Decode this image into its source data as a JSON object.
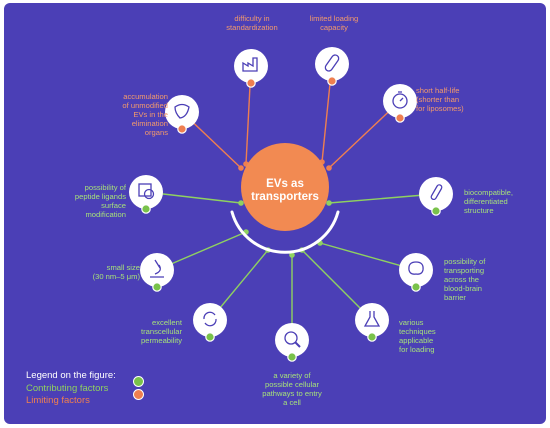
{
  "hub": {
    "line1": "EVs as",
    "line2": "transporters"
  },
  "colors": {
    "background": "#4b3fb6",
    "hub": "#f28a52",
    "contributing": "#8fd160",
    "limiting": "#ef7f50"
  },
  "nodes": [
    {
      "icon": "factory-icon",
      "kind": "bad",
      "lines": [
        "difficulty in",
        "standardization"
      ]
    },
    {
      "icon": "capsule-icon",
      "kind": "bad",
      "lines": [
        "limited loading",
        "capacity"
      ]
    },
    {
      "icon": "stopwatch-icon",
      "kind": "bad",
      "lines": [
        "short half-life",
        "(shorter than",
        "for liposomes)"
      ]
    },
    {
      "icon": "liver-icon",
      "kind": "bad",
      "lines": [
        "accumulation",
        "of unmodified",
        "EVs in the",
        "elimination",
        "organs"
      ]
    },
    {
      "icon": "peptide-ligand-icon",
      "kind": "good",
      "lines": [
        "possibility of",
        "peptide ligands",
        "surface",
        "modification"
      ]
    },
    {
      "icon": "test-tube-icon",
      "kind": "good",
      "lines": [
        "biocompatible,",
        "differentiated",
        "structure"
      ]
    },
    {
      "icon": "microscope-icon",
      "kind": "good",
      "lines": [
        "small size",
        "(30 nm–5 μm)"
      ]
    },
    {
      "icon": "brain-icon",
      "kind": "good",
      "lines": [
        "possibility of",
        "transporting",
        "across the",
        "blood-brain",
        "barrier"
      ]
    },
    {
      "icon": "cycle-arrows-icon",
      "kind": "good",
      "lines": [
        "excellent",
        "transcellular",
        "permeability"
      ]
    },
    {
      "icon": "flask-icon",
      "kind": "good",
      "lines": [
        "various",
        "techniques",
        "applicable",
        "for loading"
      ]
    },
    {
      "icon": "magnifier-icon",
      "kind": "good",
      "lines": [
        "a variety of",
        "possible cellular",
        "pathways to entry",
        "a cell"
      ]
    }
  ],
  "legend": {
    "title": "Legend on the figure:",
    "contributing": "Contributing factors",
    "limiting": "Limiting factors"
  }
}
